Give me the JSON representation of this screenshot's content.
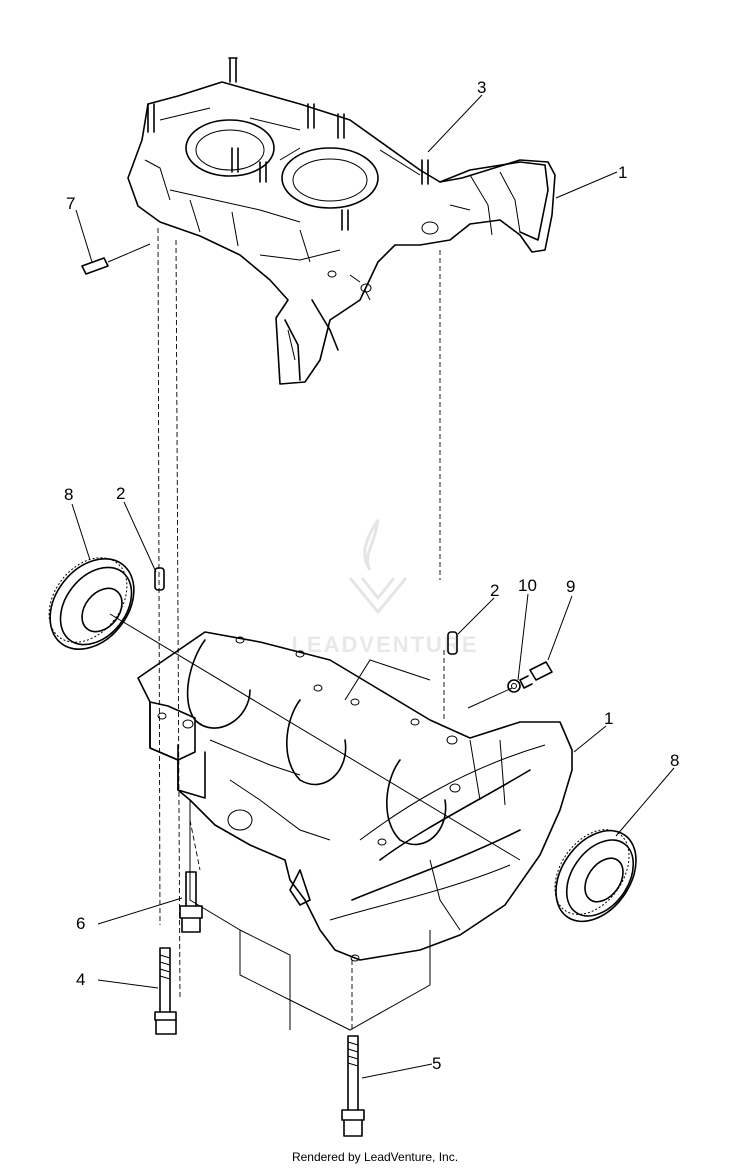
{
  "diagram": {
    "callouts": [
      {
        "id": "c1a",
        "text": "1"
      },
      {
        "id": "c3",
        "text": "3"
      },
      {
        "id": "c7",
        "text": "7"
      },
      {
        "id": "c8a",
        "text": "8"
      },
      {
        "id": "c2a",
        "text": "2"
      },
      {
        "id": "c2b",
        "text": "2"
      },
      {
        "id": "c10",
        "text": "10"
      },
      {
        "id": "c9",
        "text": "9"
      },
      {
        "id": "c1b",
        "text": "1"
      },
      {
        "id": "c8b",
        "text": "8"
      },
      {
        "id": "c6",
        "text": "6"
      },
      {
        "id": "c4",
        "text": "4"
      },
      {
        "id": "c5",
        "text": "5"
      }
    ],
    "watermark_text": "LEADVENTURE",
    "footer": "Rendered by LeadVenture, Inc."
  }
}
